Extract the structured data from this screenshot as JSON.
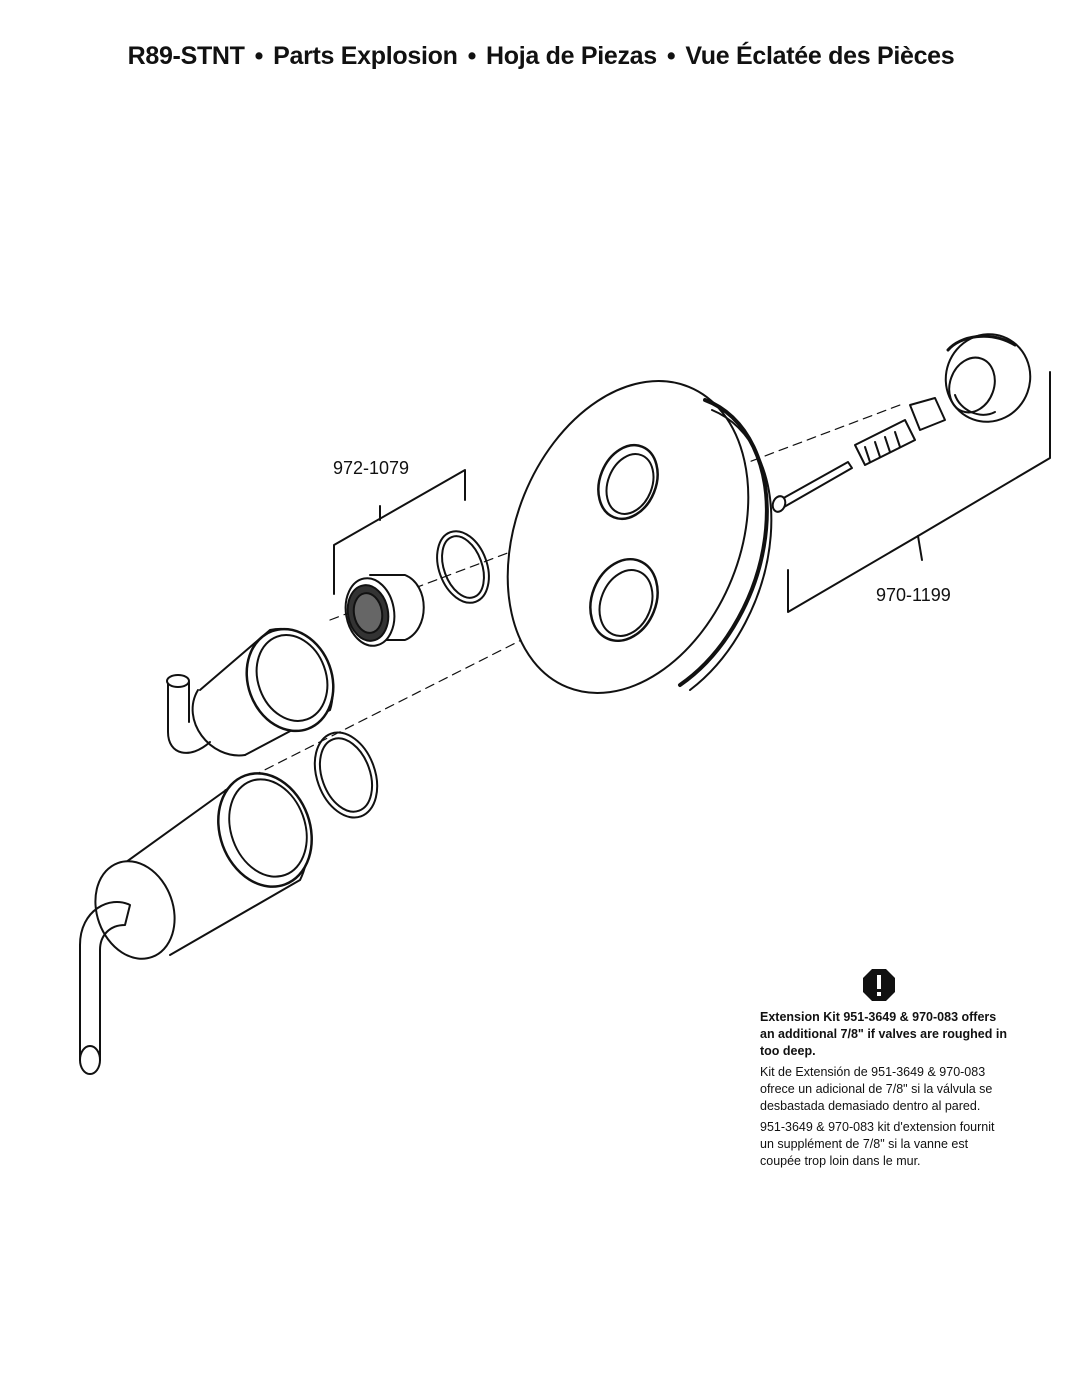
{
  "header": {
    "title_parts": [
      "R89-STNT",
      "Parts Explosion",
      "Hoja de Piezas",
      "Vue Éclatée des Pièces"
    ],
    "separator": "•"
  },
  "parts": {
    "cartridge_kit_label": "972-1079",
    "extension_kit_label": "970-1199"
  },
  "note": {
    "icon": "exclamation-icon",
    "english": "Extension Kit 951-3649 & 970-083 offers an additional 7/8\" if valves are roughed in too deep.",
    "spanish": "Kit de Extensión de 951-3649 & 970-083 ofrece un adicional de 7/8\" si la válvula se desbastada demasiado dentro al pared.",
    "french": "951-3649 & 970-083 kit d'extension fournit un supplément de 7/8\" si la vanne est coupée trop loin dans le mur."
  }
}
